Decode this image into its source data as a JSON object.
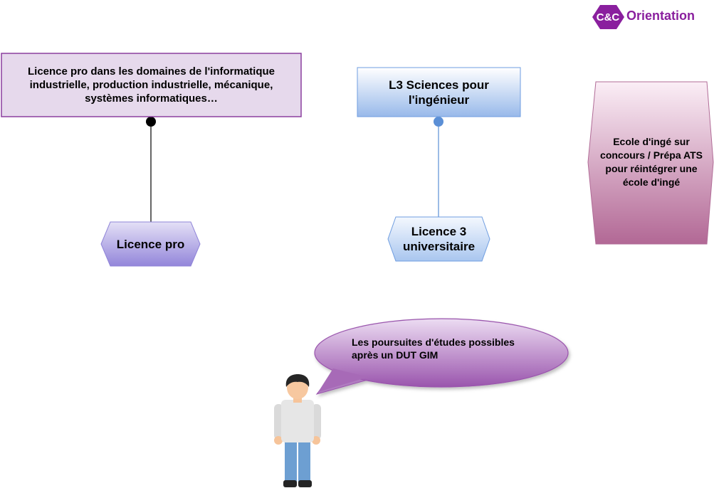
{
  "brand": {
    "mark": "C&C",
    "name": "Orientation",
    "color": "#8a1f9e"
  },
  "nodes": {
    "licence_pro_desc": "Licence pro dans les domaines de l'informatique industrielle, production industrielle, mécanique, systèmes informatiques…",
    "licence_pro": "Licence pro",
    "l3_sciences": "L3 Sciences pour l'ingénieur",
    "licence3": "Licence 3 universitaire",
    "ecole": "Ecole d'ingé sur concours / Prépa ATS pour réintégrer une école d'ingé"
  },
  "speech_bubble": {
    "text": "Les poursuites d'études possibles après un DUT GIM"
  },
  "colors": {
    "purple_box_fill": "#e6d9ec",
    "purple_box_border": "#8b3f9e",
    "blue_accent": "#5b8fd6",
    "lavender_accent": "#9184d8",
    "mauve_accent": "#b56a9a",
    "bubble_fill": "#a86cb8"
  }
}
